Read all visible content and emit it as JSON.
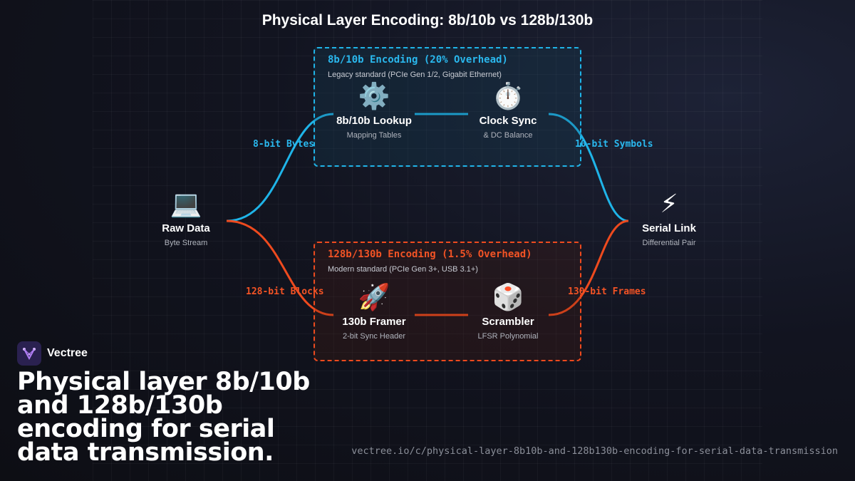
{
  "title": "Physical Layer Encoding: 8b/10b vs 128b/130b",
  "groups": {
    "g8b": {
      "title": "8b/10b Encoding (20% Overhead)",
      "subtitle": "Legacy standard (PCIe Gen 1/2, Gigabit Ethernet)",
      "color": "#2ab8ee"
    },
    "g128b": {
      "title": "128b/130b Encoding (1.5% Overhead)",
      "subtitle": "Modern standard (PCIe Gen 3+, USB 3.1+)",
      "color": "#f25325"
    }
  },
  "nodes": {
    "raw": {
      "icon": "💻",
      "icon_name": "laptop-icon",
      "title": "Raw Data",
      "subtitle": "Byte Stream"
    },
    "lookup": {
      "icon": "⚙️",
      "icon_name": "gear-icon",
      "title": "8b/10b Lookup",
      "subtitle": "Mapping Tables"
    },
    "clock": {
      "icon": "⏱️",
      "icon_name": "stopwatch-icon",
      "title": "Clock Sync",
      "subtitle": "& DC Balance"
    },
    "framer": {
      "icon": "🚀",
      "icon_name": "rocket-icon",
      "title": "130b Framer",
      "subtitle": "2-bit Sync Header"
    },
    "scrambler": {
      "icon": "🎲",
      "icon_name": "dice-icon",
      "title": "Scrambler",
      "subtitle": "LFSR Polynomial"
    },
    "serial": {
      "icon": "⚡",
      "icon_name": "lightning-icon",
      "title": "Serial Link",
      "subtitle": "Differential Pair"
    }
  },
  "edge_labels": {
    "bytes8": "8-bit Bytes",
    "symbols10": "10-bit Symbols",
    "blocks128": "128-bit Blocks",
    "frames130": "130-bit Frames"
  },
  "brand": {
    "name": "Vectree",
    "logo_icon": "vectree-logo-icon"
  },
  "headline": "Physical layer 8b/10b and 128b/130b encoding for serial data transmission.",
  "url": "vectree.io/c/physical-layer-8b10b-and-128b130b-encoding-for-serial-data-transmission"
}
